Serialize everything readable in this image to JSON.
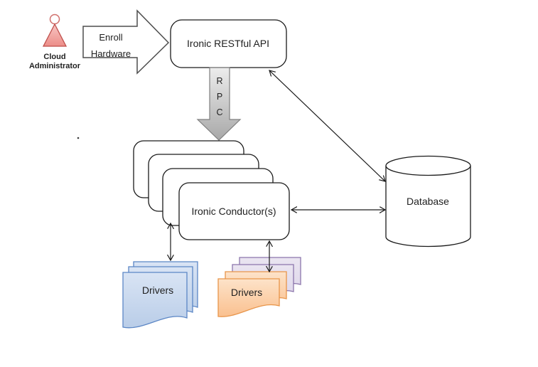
{
  "diagram": {
    "actor": {
      "line1": "Cloud",
      "line2": "Administrator"
    },
    "enroll": {
      "line1": "Enroll",
      "line2": "Hardware"
    },
    "api": {
      "label": "Ironic RESTful API"
    },
    "rpc": {
      "r": "R",
      "p": "P",
      "c": "C"
    },
    "conductors": {
      "label": "Ironic Conductor(s)"
    },
    "database": {
      "label": "Database"
    },
    "drivers_left": {
      "label": "Drivers"
    },
    "drivers_right": {
      "label": "Drivers"
    },
    "stray_dot": "."
  },
  "colors": {
    "line": "#1a1a1a",
    "block_arrow_stroke": "#4d4d4d",
    "actor_fill_top": "#f8c6c4",
    "actor_fill_bottom": "#ec8d88",
    "actor_stroke": "#bf4f4b",
    "rpc_fill_top": "#ededed",
    "rpc_fill_bottom": "#a8a8a8",
    "rpc_stroke": "#7f7f7f",
    "blue_fill_top": "#d9e4f4",
    "blue_fill_bottom": "#b9cde8",
    "blue_stroke": "#5b86c5",
    "purple_fill_top": "#eae5f1",
    "purple_fill_bottom": "#ddd5e9",
    "purple_stroke": "#8c76ac",
    "orange_fill_top": "#fde3c9",
    "orange_fill_bottom": "#fac08f",
    "orange_stroke": "#e8954a"
  }
}
